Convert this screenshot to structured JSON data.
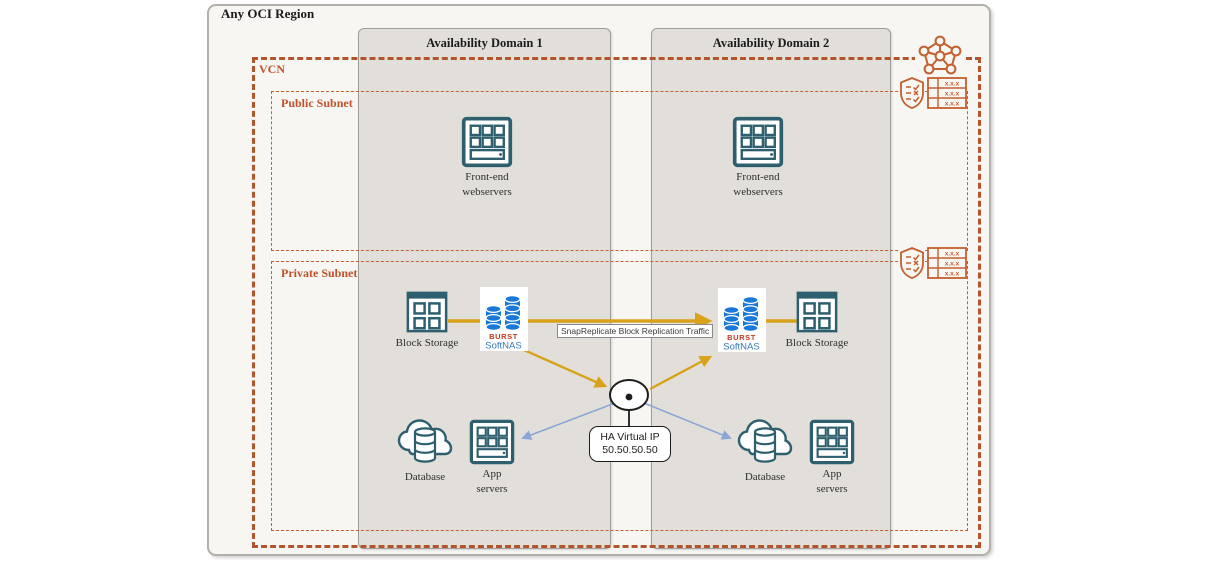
{
  "region": {
    "title": "Any OCI Region"
  },
  "availability_domains": [
    {
      "label": "Availability Domain 1"
    },
    {
      "label": "Availability Domain 2"
    }
  ],
  "network": {
    "vcn": "VCN",
    "public_subnet": "Public Subnet",
    "private_subnet": "Private Subnet"
  },
  "nodes": {
    "frontend_webservers": {
      "line1": "Front-end",
      "line2": "webservers"
    },
    "block_storage": {
      "label": "Block Storage"
    },
    "softnas": {
      "brand": "BURST",
      "product": "SoftNAS"
    },
    "database": {
      "label": "Database"
    },
    "app_servers": {
      "line1": "App",
      "line2": "servers"
    },
    "ha_virtual_ip": {
      "line1": "HA Virtual IP",
      "line2": "50.50.50.50"
    }
  },
  "connections": {
    "replication_label": "SnapReplicate Block Replication Traffic"
  },
  "gateways": {
    "route_table_rows": [
      "x.x.x",
      "x.x.x",
      "x.x.x"
    ]
  },
  "colors": {
    "region_fill": "#f7f6f3",
    "ad_fill": "#e2dfda",
    "dashed_border_orange": "#b2542c",
    "gateway_icon_orange": "#c2602f",
    "icon_teal": "#2d5f6e",
    "gold_arrow": "#d9a21b",
    "blue_arrow": "#8ba7d7",
    "softnas_blue": "#1a79d8",
    "softnas_brand_red": "#c43b1e"
  }
}
